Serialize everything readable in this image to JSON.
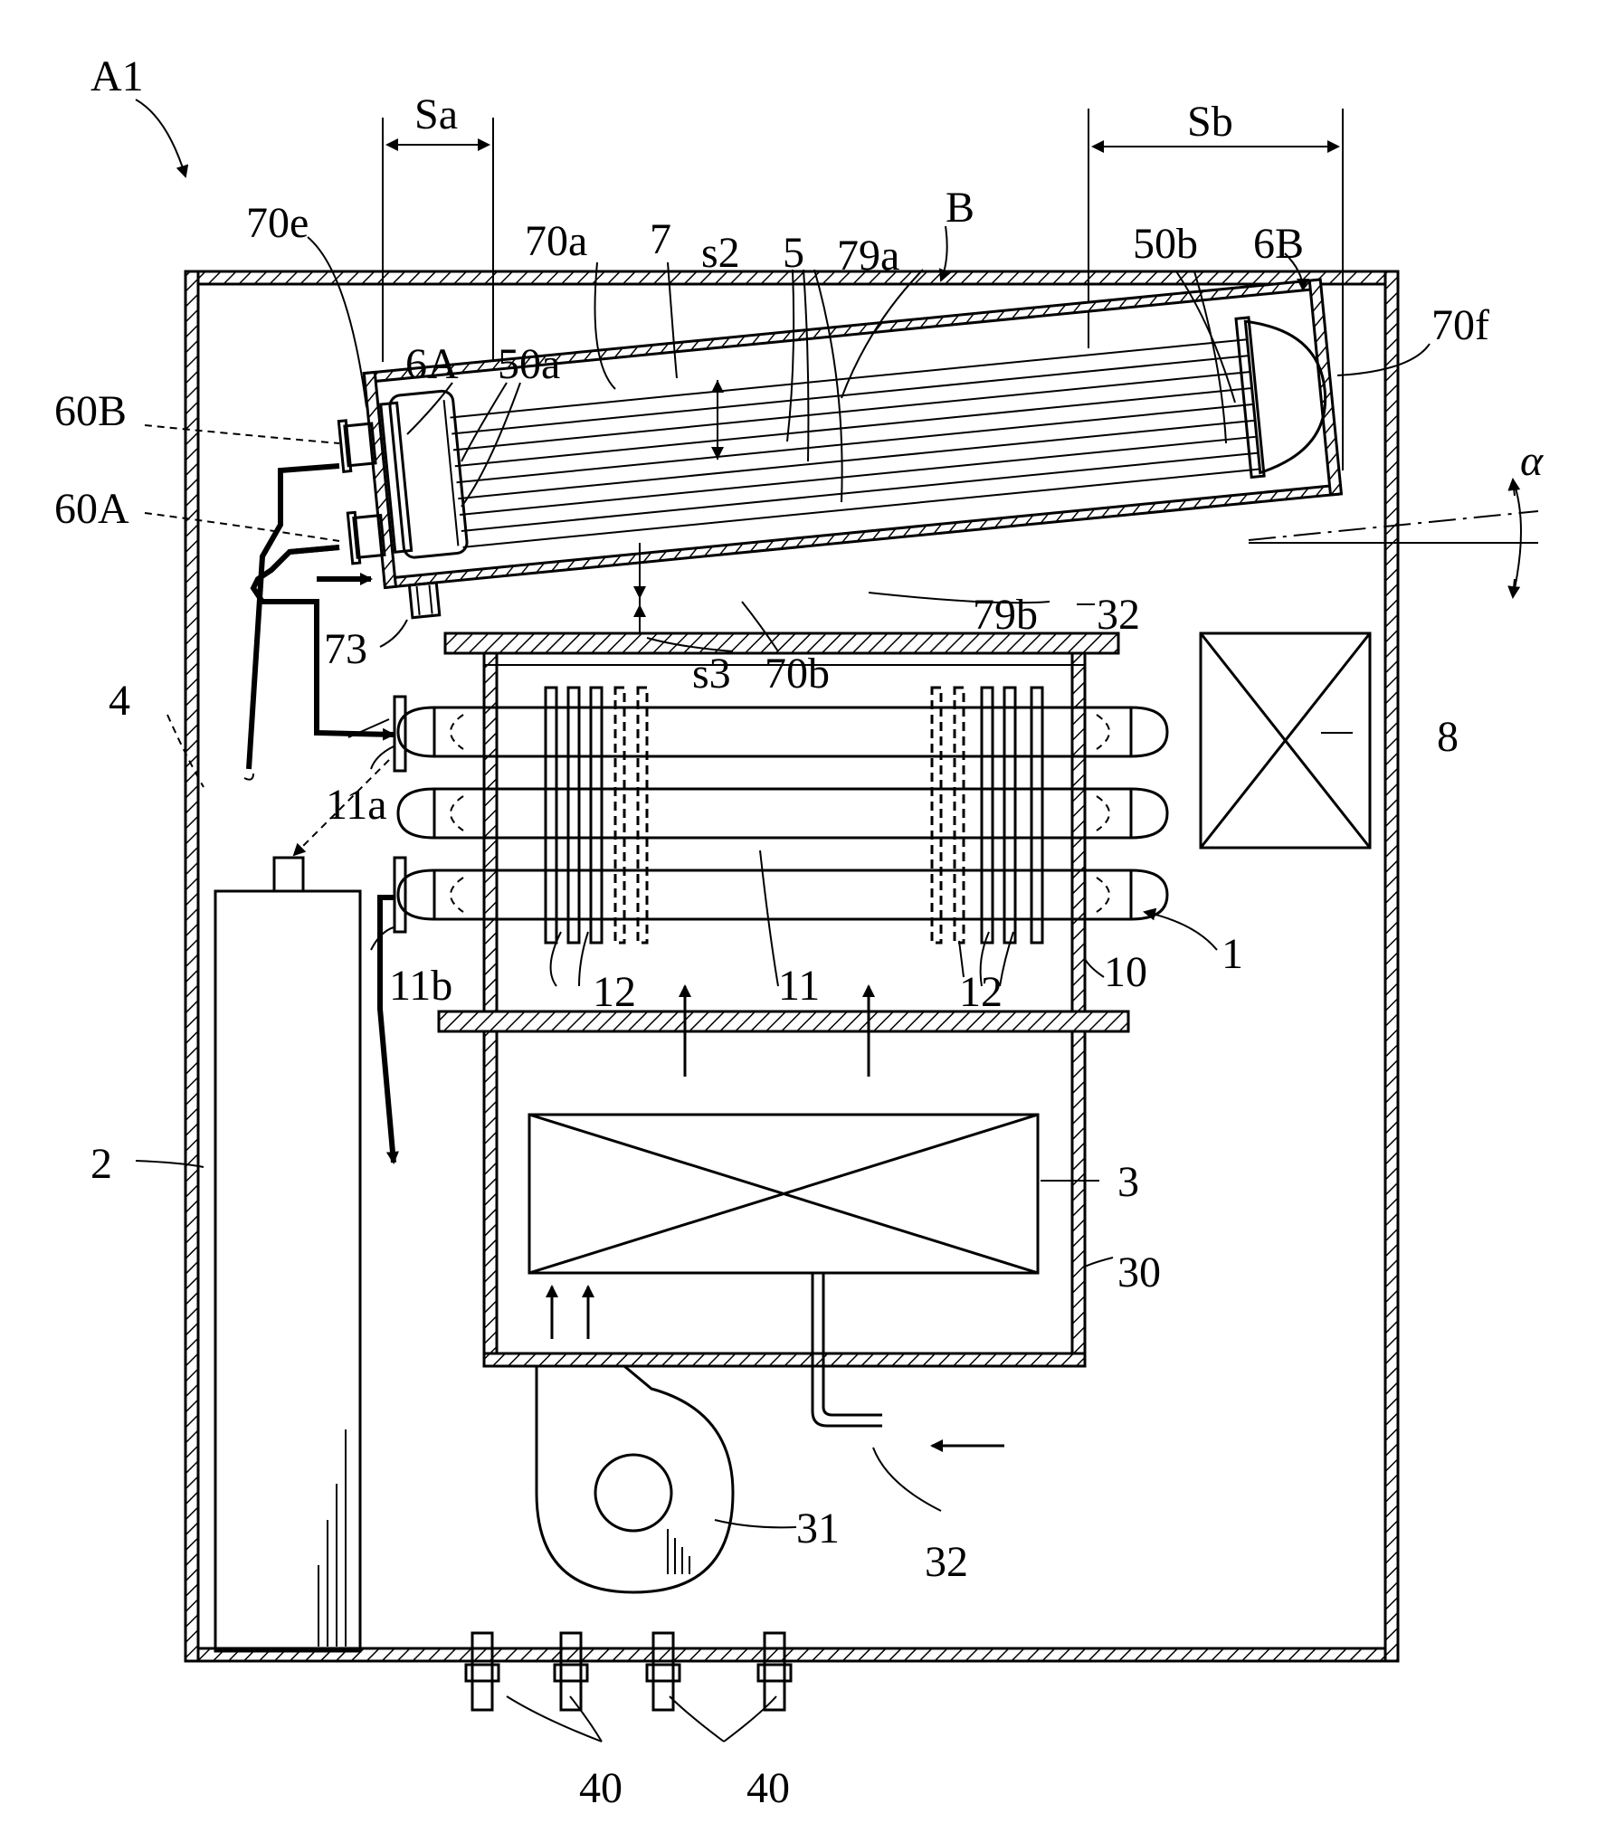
{
  "labels": {
    "A1": "A1",
    "Sa": "Sa",
    "Sb": "Sb",
    "e70e": "70e",
    "e70a": "70a",
    "e7": "7",
    "s2": "s2",
    "e5": "5",
    "e79a": "79a",
    "B": "B",
    "e50b": "50b",
    "e6B": "6B",
    "e70f": "70f",
    "e6A": "6A",
    "e50a": "50a",
    "e60B": "60B",
    "e60A": "60A",
    "alpha": "α",
    "e79b": "79b",
    "e32a": "32",
    "e73": "73",
    "s3": "s3",
    "e70b": "70b",
    "e4": "4",
    "e8": "8",
    "e11a": "11a",
    "e11b": "11b",
    "e12a": "12",
    "e11": "11",
    "e12b": "12",
    "e10": "10",
    "e1": "1",
    "e2": "2",
    "e3": "3",
    "e30": "30",
    "e31": "31",
    "e32b": "32",
    "e40a": "40",
    "e40b": "40"
  }
}
